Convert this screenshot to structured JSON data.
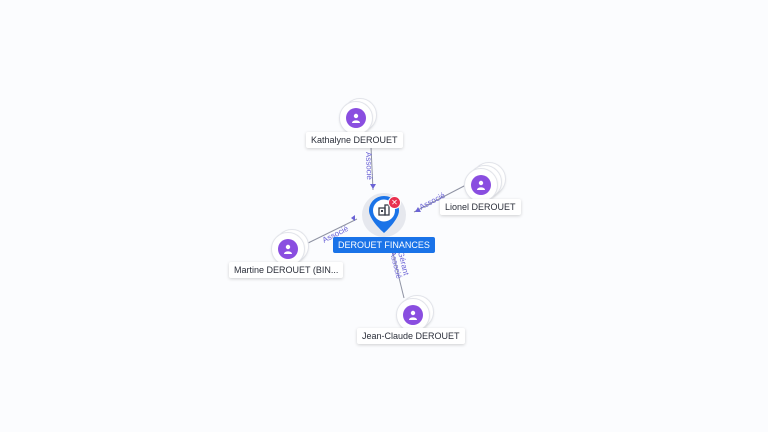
{
  "company": {
    "name": "DEROUET FINANCES",
    "icon": "company-icon",
    "status_icon": "close-icon",
    "status_symbol": "✕",
    "accent_color": "#1a73e8",
    "status_color": "#e8304f"
  },
  "people": [
    {
      "id": "kathalyne",
      "name": "Kathalyne DEROUET",
      "icon": "person-icon"
    },
    {
      "id": "lionel",
      "name": "Lionel DEROUET",
      "icon": "person-icon"
    },
    {
      "id": "martine",
      "name": "Martine DEROUET (BIN...",
      "icon": "person-icon"
    },
    {
      "id": "jeanclaude",
      "name": "Jean-Claude DEROUET",
      "icon": "person-icon"
    }
  ],
  "relations": {
    "kathalyne": "Associé",
    "lionel": "Associé",
    "martine": "Associé",
    "jeanclaude_1": "Gérant",
    "jeanclaude_2": "Associé"
  },
  "colors": {
    "person_icon": "#8a4ee0",
    "relation_text": "#6b63d6",
    "edge": "#8f93a3"
  }
}
